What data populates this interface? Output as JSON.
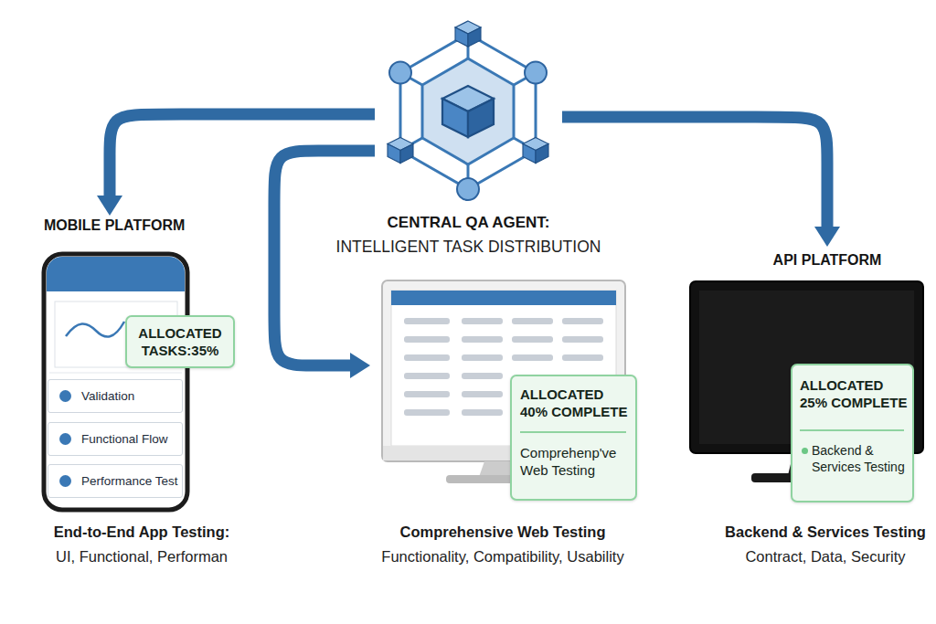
{
  "diagram": {
    "nodes": [
      {
        "text": [
          "CENTRAL QA AGENT:",
          "INTELLIGENT TASK DISTRIBUTION"
        ]
      },
      {
        "text": [
          "MOBILE PLATFORM",
          "End-to-End App Testing:",
          "UI, Functional, Performan"
        ]
      },
      {
        "text": [
          "ALLOCATED TASKS:35%"
        ],
        "in": 1
      },
      {
        "text": [
          "Validation"
        ],
        "in": 1
      },
      {
        "text": [
          "Functional Flow"
        ],
        "in": 1
      },
      {
        "text": [
          "Performance Test"
        ],
        "in": 1
      },
      {
        "text": [
          "Comprehensive Web Testing",
          "Functionality, Compatibility, Usability"
        ]
      },
      {
        "text": [
          "ALLOCATED 40% COMPLETE",
          "Comprehenp've Web Testing"
        ],
        "in": 6
      },
      {
        "text": [
          "API PLATFORM",
          "Backend & Services Testing",
          "Contract, Data, Security"
        ]
      },
      {
        "text": [
          "ALLOCATED 25% COMPLETE",
          "Backend & Services Testing"
        ],
        "in": 8
      }
    ],
    "edges": [
      {
        "from": 0,
        "to": 1,
        "arrow": "to"
      },
      {
        "from": 0,
        "to": 6,
        "arrow": "to"
      },
      {
        "from": 0,
        "to": 8,
        "arrow": "to"
      }
    ]
  }
}
